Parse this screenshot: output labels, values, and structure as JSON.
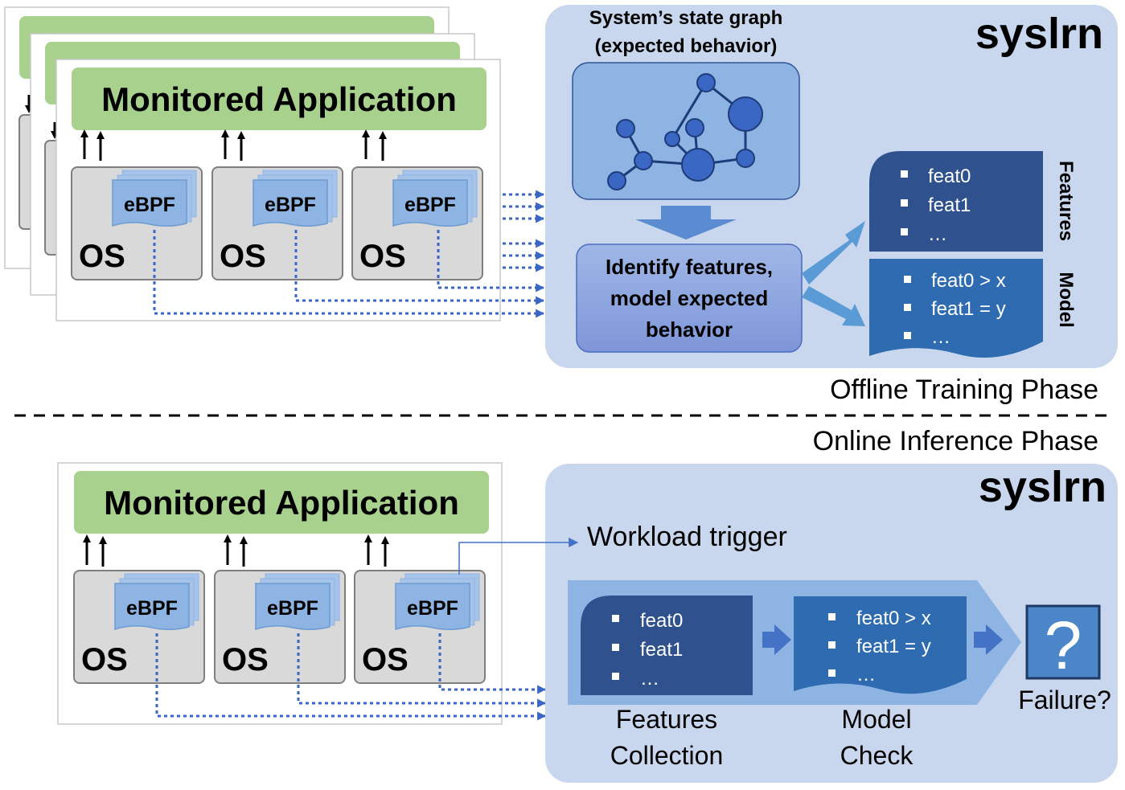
{
  "top": {
    "app_label": "Monitored Application",
    "ebpf_label": "eBPF",
    "os_label": "OS",
    "syslrn_title": "syslrn",
    "graph_caption_line1": "System’s state graph",
    "graph_caption_line2": "(expected behavior)",
    "identify_line1": "Identify features,",
    "identify_line2": "model expected",
    "identify_line3": "behavior",
    "features_doc": {
      "items": [
        "feat0",
        "feat1",
        "…"
      ],
      "side_label": "Features"
    },
    "model_doc": {
      "items": [
        "feat0 > x",
        "feat1 = y",
        "…"
      ],
      "side_label": "Model"
    },
    "phase_label": "Offline Training Phase"
  },
  "bottom": {
    "phase_label": "Online Inference Phase",
    "app_label": "Monitored Application",
    "ebpf_label": "eBPF",
    "os_label": "OS",
    "syslrn_title": "syslrn",
    "workload_trigger": "Workload trigger",
    "features_doc": {
      "items": [
        "feat0",
        "feat1",
        "…"
      ]
    },
    "model_doc": {
      "items": [
        "feat0 > x",
        "feat1 = y",
        "…"
      ]
    },
    "features_caption_line1": "Features",
    "features_caption_line2": "Collection",
    "model_caption_line1": "Model",
    "model_caption_line2": "Check",
    "failure_symbol": "?",
    "failure_label": "Failure?"
  },
  "colors": {
    "app_green": "#a9d18e",
    "os_gray": "#d9d9d9",
    "ebpf_blue": "#8db4e2",
    "panel_blue": "#c9d7ee",
    "node_blue": "#3a66c4",
    "doc_dark": "#2f528f",
    "doc_mid": "#2e6bb0",
    "arrow_dotted": "#3a66c4"
  }
}
